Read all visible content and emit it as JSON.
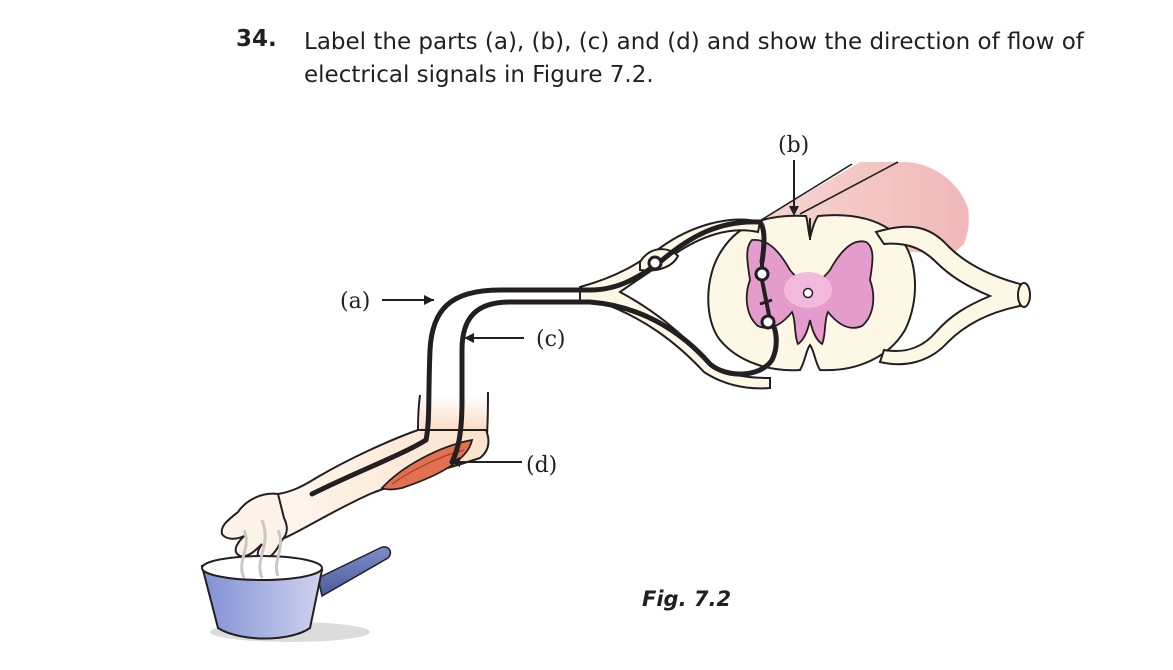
{
  "question": {
    "number": "34.",
    "text": "Label the parts (a), (b), (c) and (d) and show the direction of flow of electrical signals in Figure 7.2."
  },
  "figure": {
    "labels": {
      "a": "(a)",
      "b": "(b)",
      "c": "(c)",
      "d": "(d)"
    },
    "caption": "Fig. 7.2"
  },
  "colors": {
    "outline": "#231f20",
    "spinal_cord": "#fdf8e6",
    "grey_matter": "#e39ccb",
    "grey_matter_center": "#f3b9dd",
    "muscle": "#e07050",
    "skin": "#fdeee0",
    "pan_body": "#8f9bd8",
    "pan_handle": "#6a7ab8"
  }
}
